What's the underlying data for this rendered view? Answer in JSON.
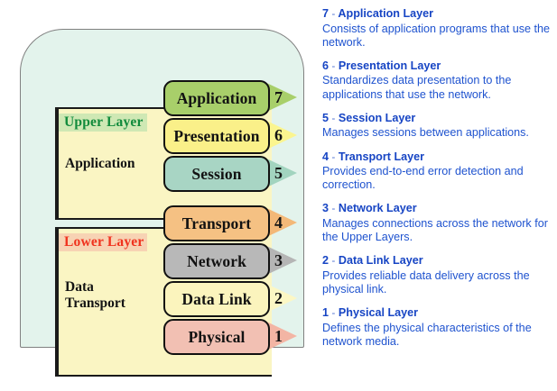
{
  "diagram": {
    "title_alt": "OSI Seven Layer Model",
    "container_bg": "#e3f3ec",
    "panel_bg": "#faf5c3",
    "groups": [
      {
        "tag": "Upper Layer",
        "tag_color": "#118b3c",
        "tag_bg": "#cfe8b4",
        "name": "Application"
      },
      {
        "tag": "Lower Layer",
        "tag_color": "#f0321e",
        "tag_bg": "#f7d3b4",
        "name": "Data\nTransport"
      }
    ],
    "layers": [
      {
        "number": "7",
        "name": "Application",
        "color": "#a8cf6a",
        "arrow_color": "#a8cf6a"
      },
      {
        "number": "6",
        "name": "Presentation",
        "color": "#faf089",
        "arrow_color": "#fbf58f"
      },
      {
        "number": "5",
        "name": "Session",
        "color": "#a8d5c4",
        "arrow_color": "#a2d4bf"
      },
      {
        "number": "4",
        "name": "Transport",
        "color": "#f5c183",
        "arrow_color": "#f3b878"
      },
      {
        "number": "3",
        "name": "Network",
        "color": "#b8b8b8",
        "arrow_color": "#b5b5b5"
      },
      {
        "number": "2",
        "name": "Data Link",
        "color": "#fbf4bd",
        "arrow_color": "#fcf7c4"
      },
      {
        "number": "1",
        "name": "Physical",
        "color": "#f2c0b3",
        "arrow_color": "#f3b5a4"
      }
    ]
  },
  "descriptions": [
    {
      "number": "7",
      "dash": "-",
      "layer": "Application Layer",
      "body": "Consists of application programs that use the network."
    },
    {
      "number": "6",
      "dash": "-",
      "layer": "Presentation Layer",
      "body": "Standardizes data presentation to the applications that use the network."
    },
    {
      "number": "5",
      "dash": "-",
      "layer": "Session Layer",
      "body": "Manages sessions between applications."
    },
    {
      "number": "4",
      "dash": "-",
      "layer": "Transport Layer",
      "body": "Provides end-to-end error detection and correction."
    },
    {
      "number": "3",
      "dash": "-",
      "layer": "Network Layer",
      "body": "Manages connections across the network for the Upper Layers."
    },
    {
      "number": "2",
      "dash": "-",
      "layer": "Data Link Layer",
      "body": "Provides reliable data delivery across the physical link."
    },
    {
      "number": "1",
      "dash": "-",
      "layer": "Physical Layer",
      "body": "Defines the physical characteristics of the network media."
    }
  ],
  "text_colors": {
    "desc_title": "#1745c4",
    "desc_body": "#1f53cf"
  }
}
